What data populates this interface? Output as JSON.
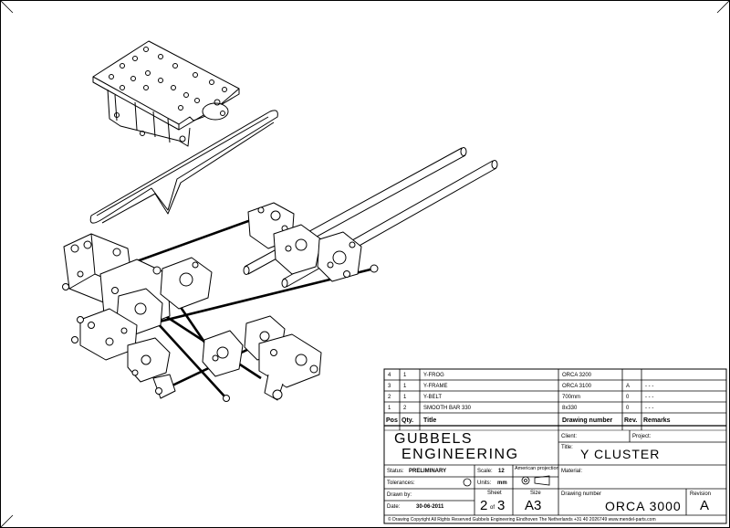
{
  "parts_list": {
    "headers": {
      "pos": "Pos",
      "qty": "Qty.",
      "title": "Title",
      "drawing_number": "Drawing number",
      "rev": "Rev.",
      "remarks": "Remarks"
    },
    "rows": [
      {
        "pos": "4",
        "qty": "1",
        "title": "Y-FROG",
        "drawing_number": "ORCA 3200",
        "rev": "",
        "remarks": ""
      },
      {
        "pos": "3",
        "qty": "1",
        "title": "Y-FRAME",
        "drawing_number": "ORCA 3100",
        "rev": "A",
        "remarks": "- - -"
      },
      {
        "pos": "2",
        "qty": "1",
        "title": "Y-BELT",
        "drawing_number": "700mm",
        "rev": "0",
        "remarks": "- - -"
      },
      {
        "pos": "1",
        "qty": "2",
        "title": "SMOOTH BAR 330",
        "drawing_number": "8x330",
        "rev": "0",
        "remarks": "- - -"
      }
    ]
  },
  "title_block": {
    "company_line1": "GUBBELS",
    "company_line2": "ENGINEERING",
    "client_label": "Client:",
    "project_label": "Project:",
    "title_label": "Title:",
    "title": "Y  CLUSTER",
    "status_label": "Status:",
    "status": "PRELIMINARY",
    "scale_label": "Scale:",
    "scale": "12",
    "projection_label": "American projection",
    "material_label": "Material:",
    "tolerances_label": "Tolerances:",
    "units_label": "Units:",
    "units": "mm",
    "drawn_by_label": "Drawn by:",
    "sheet_label": "Sheet",
    "sheet": "2",
    "sheet_of": "of",
    "sheet_total": "3",
    "size_label": "Size",
    "size": "A3",
    "drawing_number_label": "Drawing number",
    "drawing_number": "ORCA  3000",
    "revision_label": "Revision",
    "revision": "A",
    "date_label": "Date:",
    "date": "30-06-2011",
    "footer": "© Drawing Copyright     All Rights Reserved     Gubbels Engineering     Eindhoven   The Netherlands   +31 40 2026749   www.mendel-parts.com"
  },
  "colors": {
    "line": "#000000",
    "paper": "#ffffff"
  }
}
